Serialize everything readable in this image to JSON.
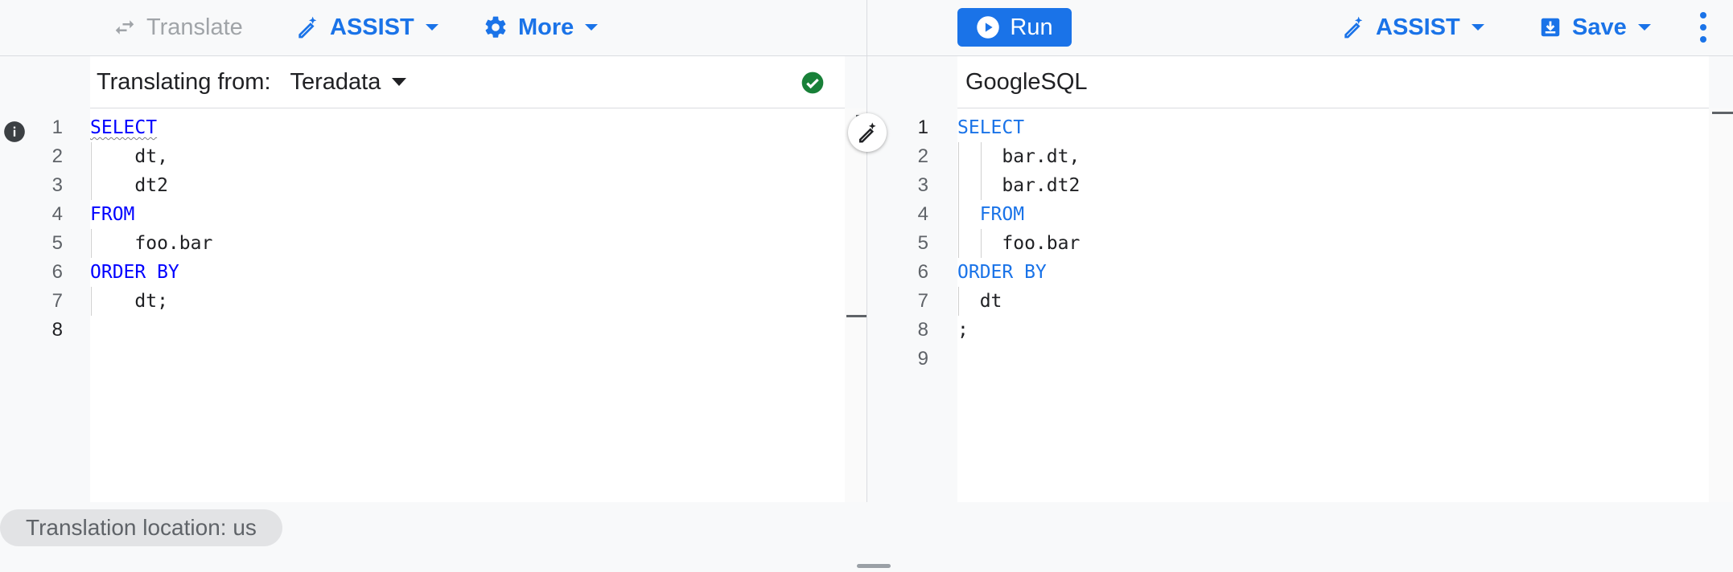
{
  "left_toolbar": {
    "translate_label": "Translate",
    "assist_label": "ASSIST",
    "more_label": "More"
  },
  "right_toolbar": {
    "run_label": "Run",
    "assist_label": "ASSIST",
    "save_label": "Save"
  },
  "source": {
    "translating_from_label": "Translating from:",
    "dialect": "Teradata",
    "line_numbers": [
      "1",
      "2",
      "3",
      "4",
      "5",
      "6",
      "7",
      "8"
    ],
    "lines": [
      {
        "keyword": "SELECT",
        "text": ""
      },
      {
        "keyword": "",
        "text": "    dt,"
      },
      {
        "keyword": "",
        "text": "    dt2"
      },
      {
        "keyword": "FROM",
        "text": ""
      },
      {
        "keyword": "",
        "text": "    foo.bar"
      },
      {
        "keyword": "ORDER BY",
        "text": ""
      },
      {
        "keyword": "",
        "text": "    dt;"
      },
      {
        "keyword": "",
        "text": ""
      }
    ]
  },
  "target": {
    "dialect": "GoogleSQL",
    "line_numbers": [
      "1",
      "2",
      "3",
      "4",
      "5",
      "6",
      "7",
      "8",
      "9"
    ],
    "lines": [
      {
        "keyword": "SELECT",
        "text": ""
      },
      {
        "keyword": "",
        "text": "    bar.dt,"
      },
      {
        "keyword": "",
        "text": "    bar.dt2"
      },
      {
        "keyword": "  FROM",
        "text": ""
      },
      {
        "keyword": "",
        "text": "    foo.bar"
      },
      {
        "keyword": "ORDER BY",
        "text": ""
      },
      {
        "keyword": "",
        "text": "  dt"
      },
      {
        "keyword": "",
        "text": ";"
      },
      {
        "keyword": "",
        "text": ""
      }
    ]
  },
  "footer": {
    "location_label": "Translation location: us"
  },
  "colors": {
    "accent": "#1a73e8",
    "keyword_source": "#0000ff",
    "success": "#188038"
  }
}
